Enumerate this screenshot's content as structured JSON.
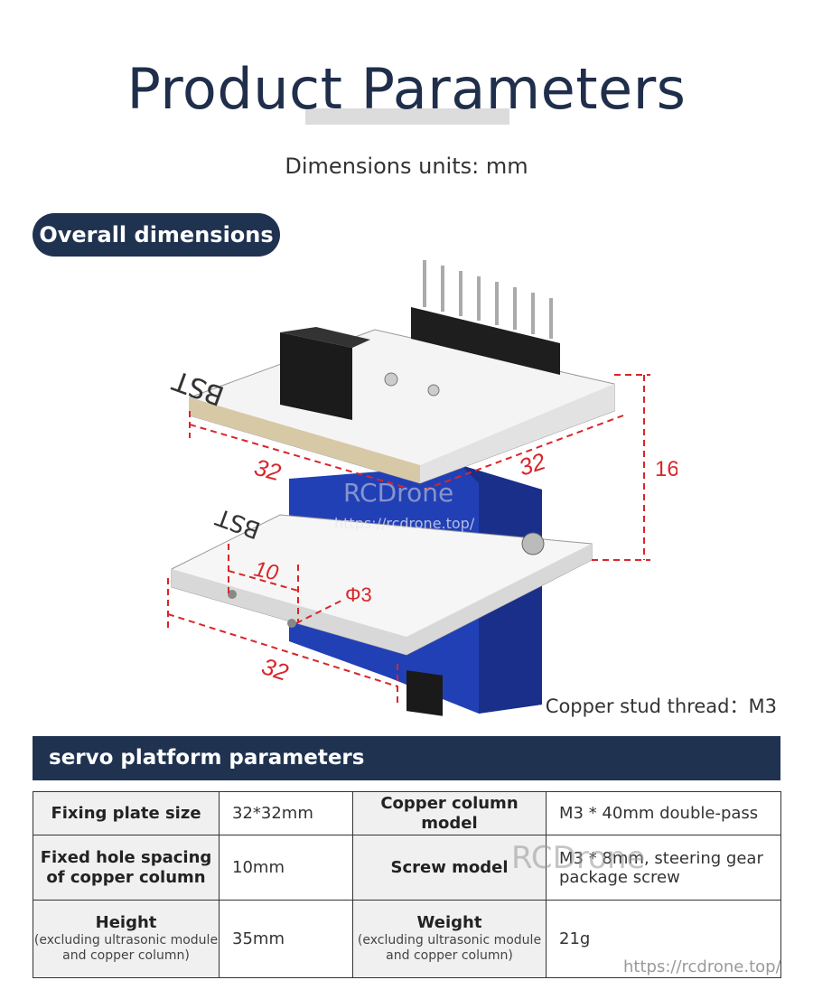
{
  "header": {
    "title": "Product Parameters",
    "subtitle": "Dimensions units: mm"
  },
  "overall": {
    "badge": "Overall dimensions",
    "dim_board_left": "32",
    "dim_board_right": "32",
    "dim_height": "16",
    "dim_plate_width": "32",
    "dim_hole_spacing": "10",
    "dim_hole_diameter": "Φ3",
    "board_marking": "BST",
    "plate_marking": "BST",
    "thread_note": "Copper stud thread：M3"
  },
  "parameters": {
    "section_title": "servo platform parameters",
    "rows": [
      {
        "l1": "Fixing plate size",
        "l1_sub": "",
        "v1": "32*32mm",
        "l2": "Copper column model",
        "l2_sub": "",
        "v2": "M3 * 40mm double-pass"
      },
      {
        "l1": "Fixed hole spacing of copper column",
        "l1_sub": "",
        "v1": "10mm",
        "l2": "Screw model",
        "l2_sub": "",
        "v2": "M3 * 8mm, steering gear package screw"
      },
      {
        "l1": "Height",
        "l1_sub": "(excluding ultrasonic module and copper column)",
        "v1": "35mm",
        "l2": "Weight",
        "l2_sub": "(excluding ultrasonic module and copper column)",
        "v2": "21g"
      }
    ]
  },
  "watermark": {
    "brand": "RCDrone",
    "url": "https://rcdrone.top/"
  },
  "colors": {
    "navy": "#1f3250",
    "title": "#1f2e4a",
    "dimension": "#d9252a",
    "servo_blue": "#1f3fb8"
  }
}
